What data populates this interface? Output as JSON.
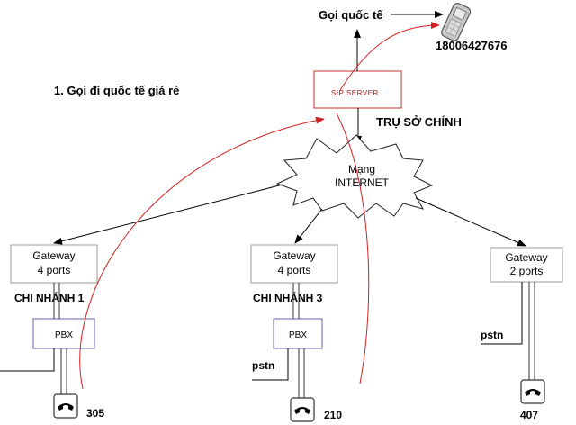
{
  "title": "1. Gọi đi quốc tế giá rẻ",
  "international_label": "Gọi quốc tế",
  "mobile_number": "18006427676",
  "sip_server_label": "SIP SERVER",
  "headquarters_label": "TRỤ SỞ CHÍNH",
  "internet_line1": "Mạng",
  "internet_line2": "INTERNET",
  "gateways": [
    {
      "line1": "Gateway",
      "line2": "4 ports"
    },
    {
      "line1": "Gateway",
      "line2": "4 ports"
    },
    {
      "line1": "Gateway",
      "line2": "2 ports"
    }
  ],
  "branches": [
    "CHI NHÁNH 1",
    "CHI NHÁNH 3"
  ],
  "pbx_label": "PBX",
  "pstn_label": "pstn",
  "extensions": [
    "305",
    "210",
    "407"
  ],
  "colors": {
    "call_path": "#d42020",
    "pbx_border": "#6a5fb0",
    "box_border": "#9a9a9a"
  },
  "icons": [
    "mobile-phone-icon",
    "telephone-icon"
  ]
}
